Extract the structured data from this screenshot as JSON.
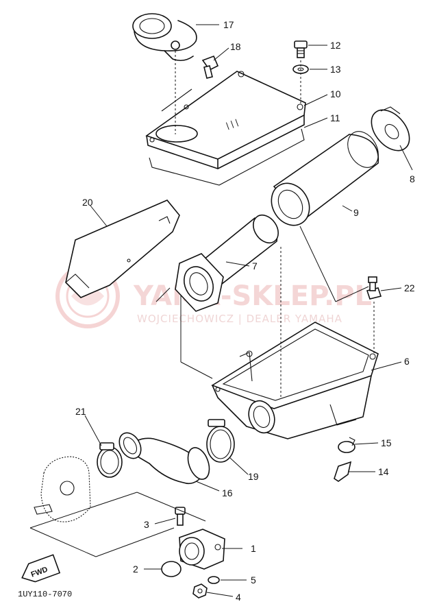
{
  "diagram_code": "1UY110-7070",
  "fwd_label": "FWD",
  "watermark": {
    "brand": "YAMA-SKLEP.PL",
    "tagline": "WOJCIECHOWICZ | DEALER YAMAHA"
  },
  "callouts": {
    "p1": "1",
    "p2": "2",
    "p3": "3",
    "p4": "4",
    "p5": "5",
    "p6": "6",
    "p7": "7",
    "p8": "8",
    "p9": "9",
    "p10": "10",
    "p11": "11",
    "p12": "12",
    "p13": "13",
    "p14": "14",
    "p15": "15",
    "p16": "16",
    "p17": "17",
    "p18": "18",
    "p19": "19",
    "p20": "20",
    "p21": "21",
    "p22": "22"
  },
  "colors": {
    "line": "#111111",
    "watermark": "#e8a5a5"
  }
}
